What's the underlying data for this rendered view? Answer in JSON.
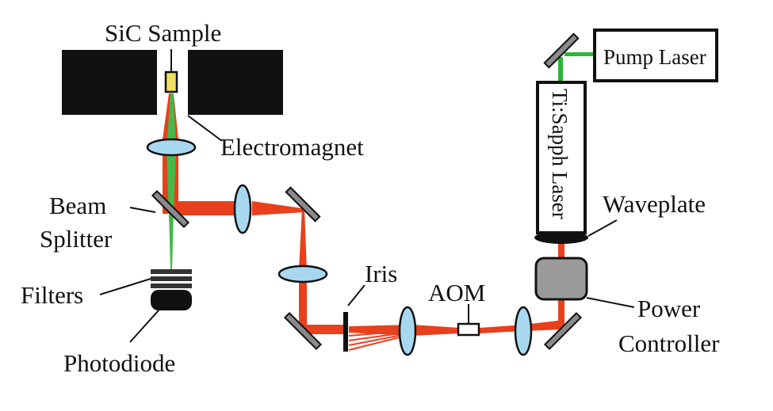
{
  "labels": {
    "sample": "SiC Sample",
    "electromagnet": "Electromagnet",
    "beam_splitter_line1": "Beam",
    "beam_splitter_line2": "Splitter",
    "filters": "Filters",
    "photodiode": "Photodiode",
    "iris": "Iris",
    "aom": "AOM",
    "pump_laser": "Pump Laser",
    "tisapph_laser": "Ti:Sapph Laser",
    "waveplate": "Waveplate",
    "power_controller_line1": "Power",
    "power_controller_line2": "Controller"
  },
  "colors": {
    "laser_beam": "#e8401c",
    "pump_beam": "#2db53a",
    "probe_beam": "#44b84a",
    "lens_fill": "#a8d8f0",
    "sample_fill": "#f0e060",
    "mirror_fill": "#8a8a8a",
    "magnet_fill": "#111111",
    "power_controller_fill": "#9a9a9a"
  }
}
